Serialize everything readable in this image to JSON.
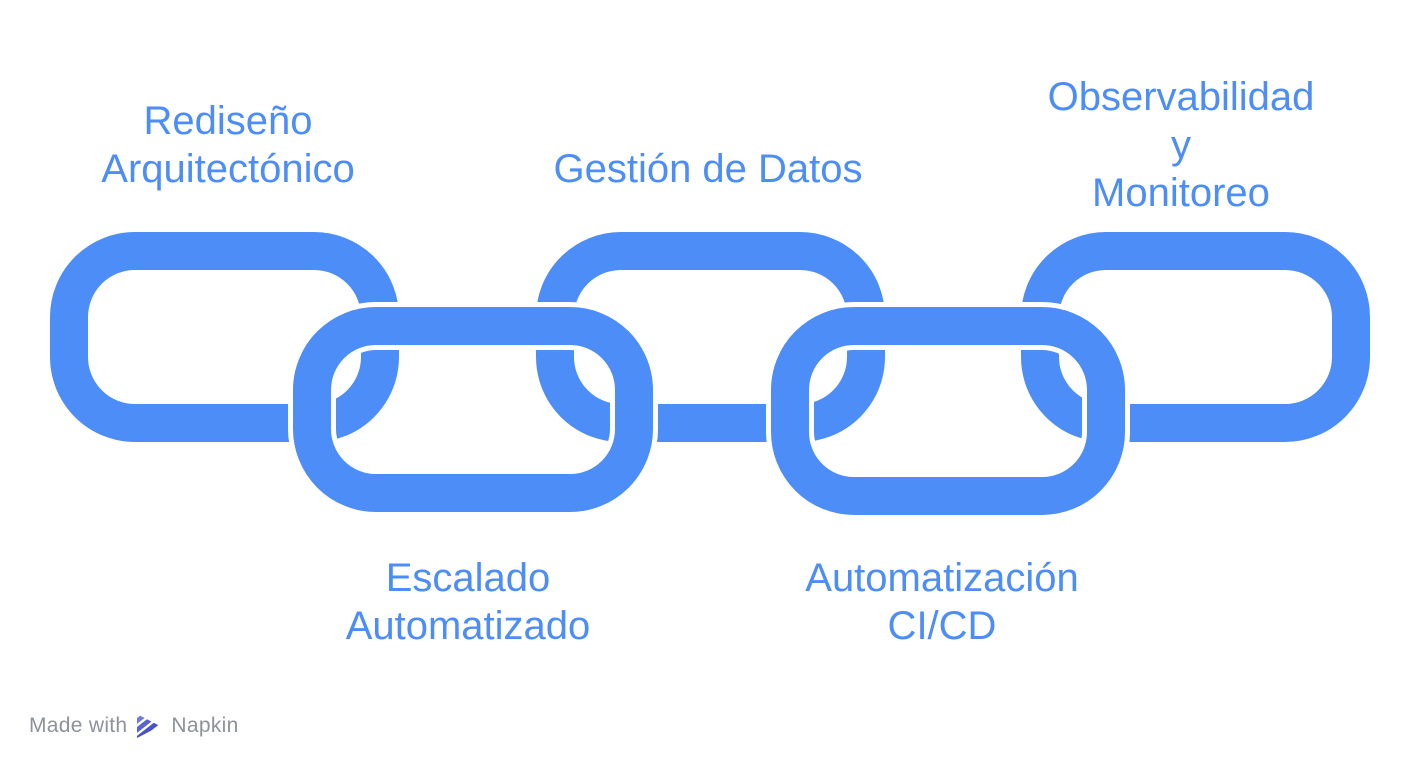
{
  "diagram": {
    "type": "chain-links",
    "labels": [
      {
        "text": "Rediseño\nArquitectónico",
        "position": "top"
      },
      {
        "text": "Escalado\nAutomatizado",
        "position": "bottom"
      },
      {
        "text": "Gestión de Datos",
        "position": "top"
      },
      {
        "text": "Automatización\nCI/CD",
        "position": "bottom"
      },
      {
        "text": "Observabilidad y\nMonitoreo",
        "position": "top"
      }
    ]
  },
  "colors": {
    "chain_blue": "#4D8DF7",
    "label_blue": "#4D8DF7",
    "link_outline_white": "#FFFFFF",
    "watermark_gray": "#8C939B",
    "napkin_logo_stripe_light": "#707ED8",
    "napkin_logo_stripe_mid": "#5865CD",
    "napkin_logo_stripe_dark": "#4953C6",
    "background": "#FFFFFF"
  },
  "watermark": {
    "prefix": "Made with",
    "brand": "Napkin",
    "logo_icon": "napkin-stripes-triangle-icon"
  }
}
